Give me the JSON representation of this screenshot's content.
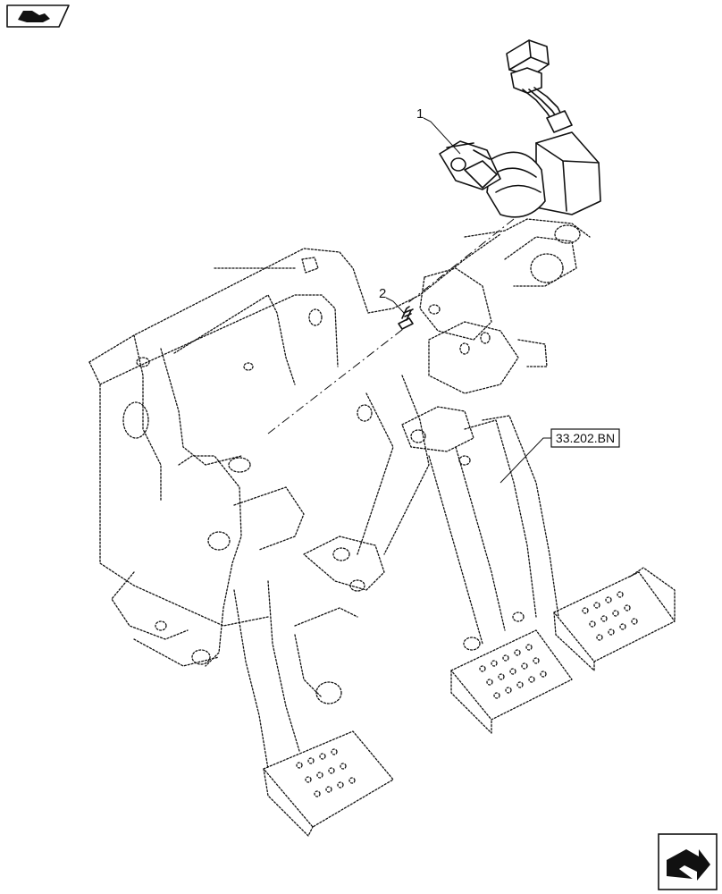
{
  "callouts": {
    "item_1": "1",
    "item_2": "2",
    "reference": "33.202.BN"
  },
  "icons": {
    "top_left": "view-direction-icon",
    "bottom_right": "next-page-arrow-icon"
  },
  "colors": {
    "line": "#111111",
    "background": "#ffffff"
  }
}
